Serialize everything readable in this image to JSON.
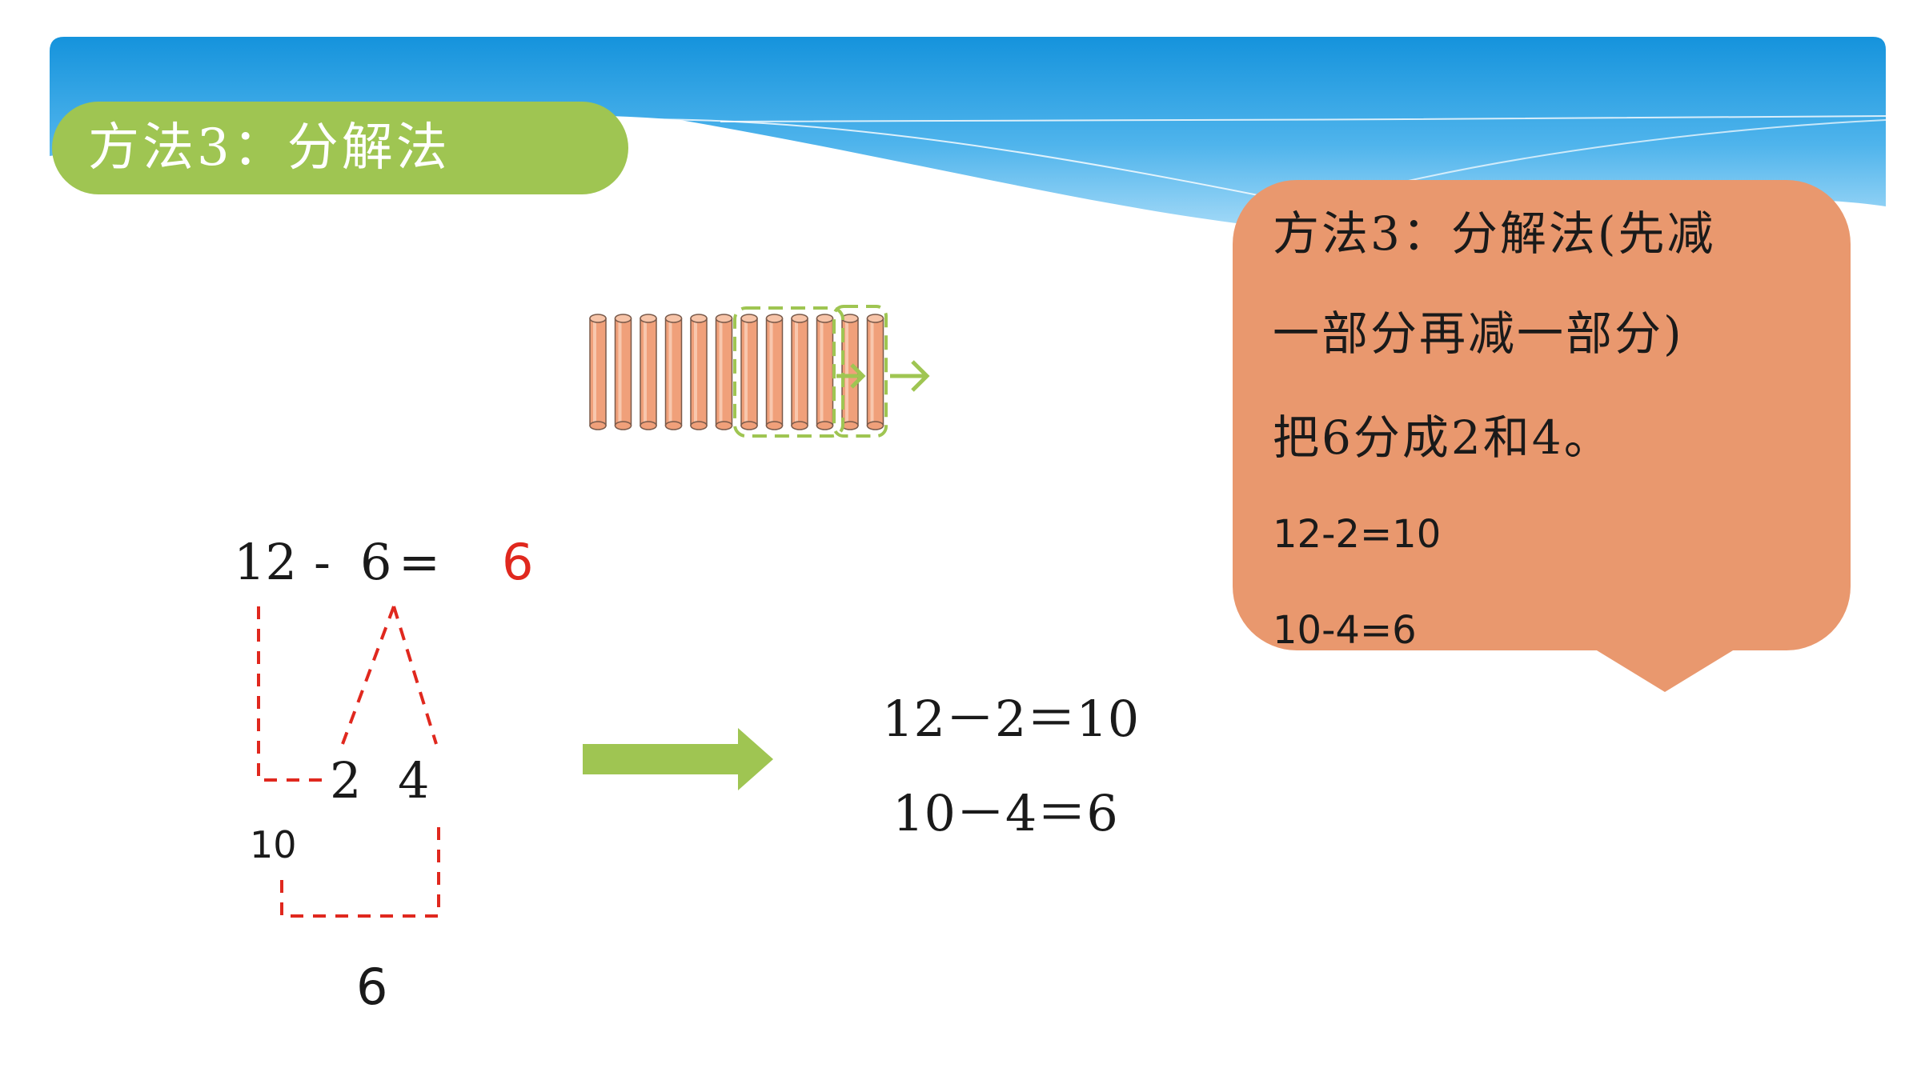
{
  "slide": {
    "title": "方法3：分解法",
    "bubble": {
      "line1": "方法3：分解法(先减",
      "line2": "一部分再减一部分)",
      "line3": "把6分成2和4。",
      "line4": "12-2=10",
      "line5": "10-4=6"
    },
    "diagram": {
      "minuend": "12",
      "minus": "-",
      "subtrahend": "6",
      "equals": "=",
      "answer": "6",
      "split_left": "2",
      "split_right": "4",
      "intermediate": "10",
      "result": "6"
    },
    "steps": {
      "step1": "12－2＝10",
      "step2": "10－4＝6"
    },
    "sticks_count": 12,
    "colors": {
      "header_blue": "#1a9be0",
      "title_green": "#9fc552",
      "bubble_orange": "#e9986e",
      "stick_orange": "#f0a07a",
      "highlight_red": "#e0281e"
    }
  }
}
